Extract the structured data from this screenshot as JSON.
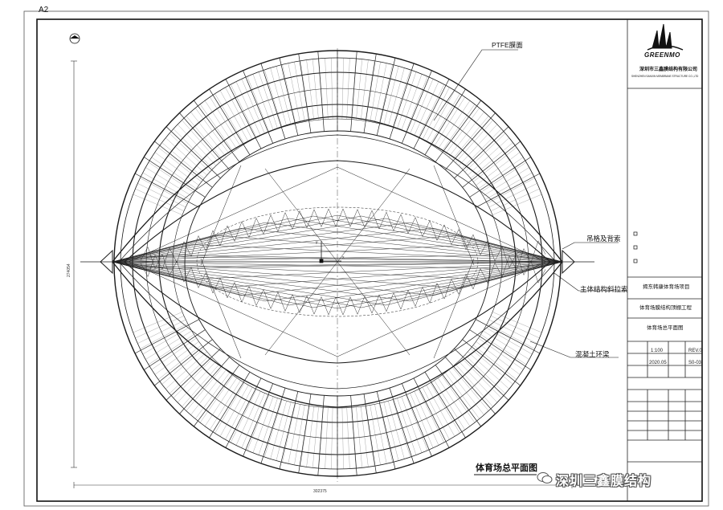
{
  "sheet": {
    "size_label": "A2",
    "drawing_title": "体育场总平面图",
    "dim_width": "302375",
    "dim_height": "274054"
  },
  "labels": {
    "membrane_roof": "PTFE膜面",
    "hanging_cable": "吊格及背索",
    "main_struct": "主体结构斜拉索",
    "concrete_ring": "混凝土环梁",
    "axis_x": "x",
    "axis_y": "y"
  },
  "title_block": {
    "logo": "GREENMO",
    "company_cn": "深圳市三鑫膜结构有限公司",
    "company_en": "SHENZHEN SANXIN MEMBRANE STRUCTURE CO.,LTD",
    "project_name": "揭东韩康体育场项目",
    "sub_project": "体育场膜结构顶棚工程",
    "drawing_name": "体育场总平面图",
    "scale": "1:100",
    "date": "2020.05",
    "rev": "REV.0",
    "sheet_no": "S0-03"
  },
  "watermark": {
    "text": "深圳三鑫膜结构"
  },
  "colors": {
    "line": "#1a1a1a",
    "grid": "#555555",
    "paper": "#ffffff"
  }
}
